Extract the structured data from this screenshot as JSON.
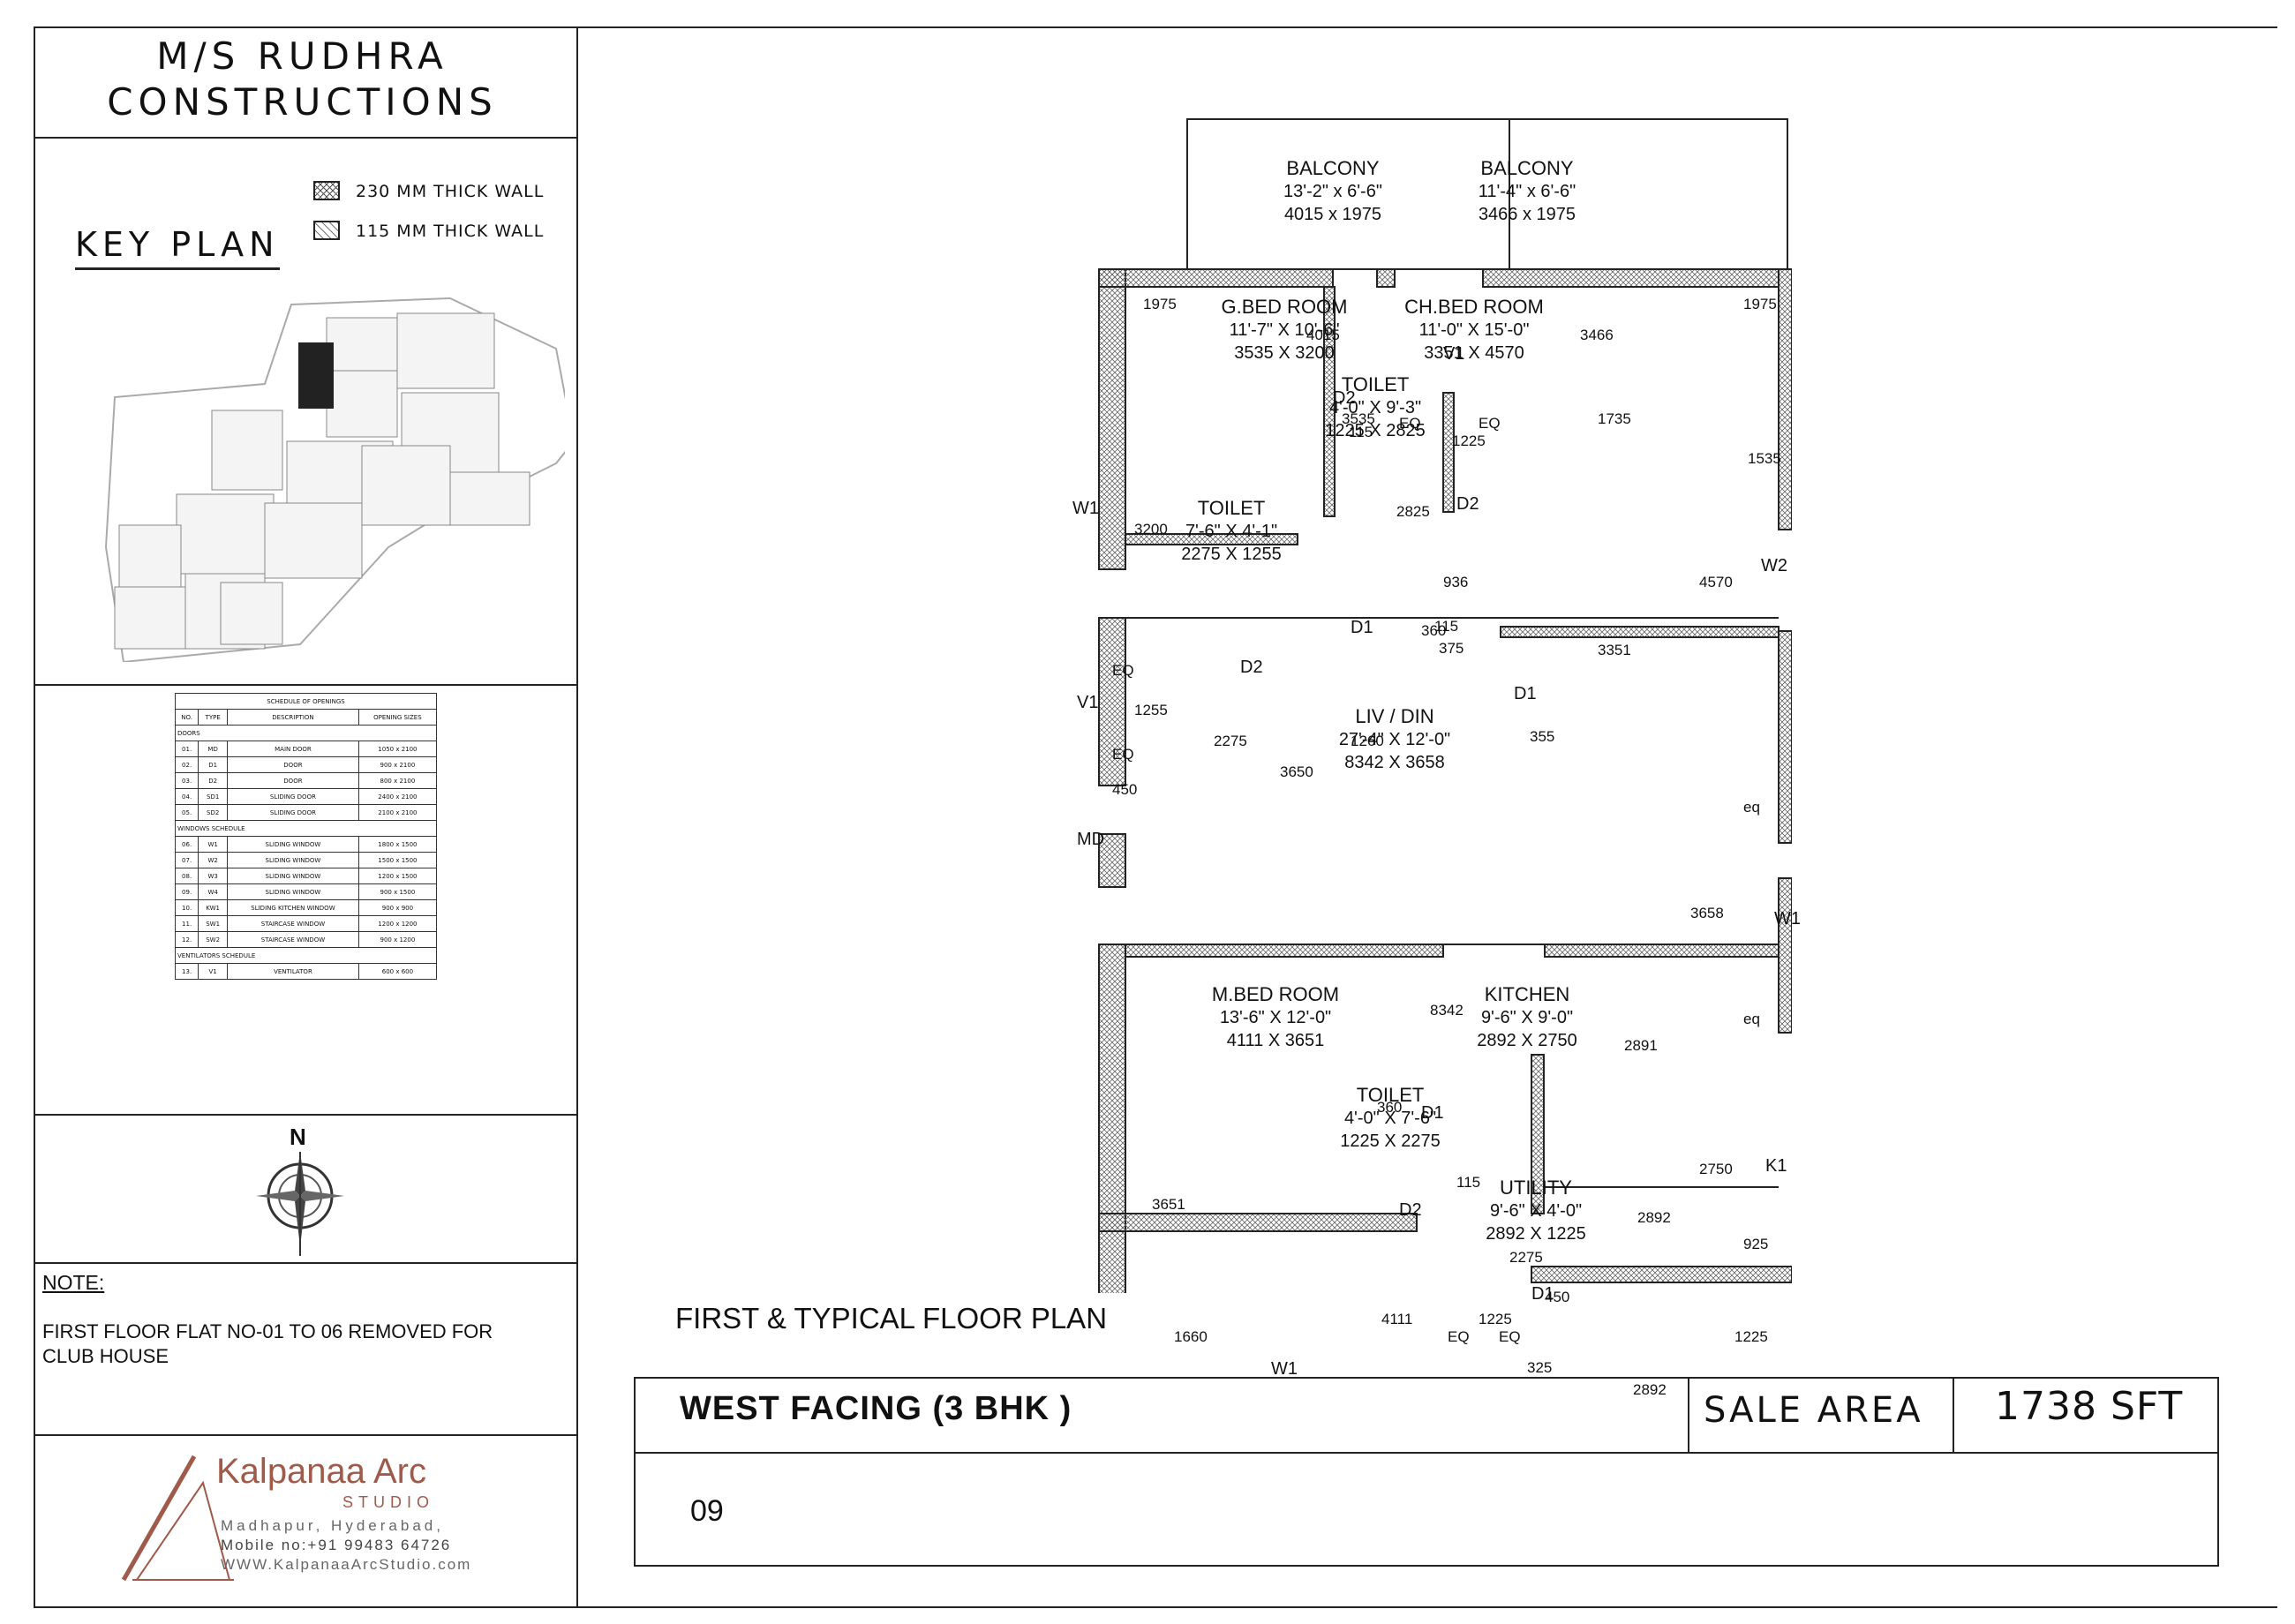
{
  "company": {
    "line1": "M/S RUDHRA",
    "line2": "CONSTRUCTIONS"
  },
  "key_plan": {
    "title": "KEY PLAN"
  },
  "legend": [
    {
      "label": "230 MM THICK WALL",
      "pattern": "cross-hatch"
    },
    {
      "label": "115 MM THICK WALL",
      "pattern": "diagonal-hatch"
    }
  ],
  "schedule": {
    "title": "SCHEDULE OF OPENINGS",
    "headers": [
      "NO.",
      "TYPE",
      "DESCRIPTION",
      "OPENING SIZES"
    ],
    "sections": [
      {
        "name": "DOORS",
        "rows": [
          [
            "01.",
            "MD",
            "MAIN DOOR",
            "1050 x 2100"
          ],
          [
            "02.",
            "D1",
            "DOOR",
            "900 x 2100"
          ],
          [
            "03.",
            "D2",
            "DOOR",
            "800 x 2100"
          ],
          [
            "04.",
            "SD1",
            "SLIDING DOOR",
            "2400 x 2100"
          ],
          [
            "05.",
            "SD2",
            "SLIDING DOOR",
            "2100 x 2100"
          ]
        ]
      },
      {
        "name": "WINDOWS SCHEDULE",
        "rows": [
          [
            "06.",
            "W1",
            "SLIDING WINDOW",
            "1800 x 1500"
          ],
          [
            "07.",
            "W2",
            "SLIDING WINDOW",
            "1500 x 1500"
          ],
          [
            "08.",
            "W3",
            "SLIDING WINDOW",
            "1200 x 1500"
          ],
          [
            "09.",
            "W4",
            "SLIDING WINDOW",
            "900 x 1500"
          ],
          [
            "10.",
            "KW1",
            "SLIDING KITCHEN WINDOW",
            "900 x 900"
          ],
          [
            "11.",
            "SW1",
            "STAIRCASE WINDOW",
            "1200 x 1200"
          ],
          [
            "12.",
            "SW2",
            "STAIRCASE WINDOW",
            "900 x 1200"
          ]
        ]
      },
      {
        "name": "VENTILATORS SCHEDULE",
        "rows": [
          [
            "13.",
            "V1",
            "VENTILATOR",
            "600 x 600"
          ]
        ]
      }
    ]
  },
  "compass": {
    "label": "N"
  },
  "note": {
    "heading": "NOTE:",
    "text": "FIRST FLOOR  FLAT NO-01 TO 06 REMOVED FOR CLUB HOUSE"
  },
  "studio": {
    "name": "Kalpanaa Arc",
    "subtitle": "STUDIO",
    "address": "Madhapur, Hyderabad,",
    "mobile": "Mobile no:+91 99483 64726",
    "website": "WWW.KalpanaaArcStudio.com",
    "color": "#a05a4a"
  },
  "plan": {
    "title": "FIRST & TYPICAL FLOOR PLAN",
    "rooms": [
      {
        "name": "BALCONY",
        "imperial": "13'-2\" x 6'-6\"",
        "metric": "4015 x 1975"
      },
      {
        "name": "BALCONY",
        "imperial": "11'-4\" x 6'-6\"",
        "metric": "3466 x 1975"
      },
      {
        "name": "G.BED ROOM",
        "imperial": "11'-7\" X 10'-6\"",
        "metric": "3535 X 3200"
      },
      {
        "name": "CH.BED ROOM",
        "imperial": "11'-0\" X 15'-0\"",
        "metric": "3351 X 4570"
      },
      {
        "name": "TOILET",
        "imperial": "4'-0\" X 9'-3\"",
        "metric": "1225 X 2825"
      },
      {
        "name": "TOILET",
        "imperial": "7'-6\" X 4'-1\"",
        "metric": "2275 X 1255"
      },
      {
        "name": "LIV / DIN",
        "imperial": "27'-4\" X 12'-0\"",
        "metric": "8342 X 3658"
      },
      {
        "name": "M.BED ROOM",
        "imperial": "13'-6\" X 12'-0\"",
        "metric": "4111 X 3651"
      },
      {
        "name": "KITCHEN",
        "imperial": "9'-6\" X 9'-0\"",
        "metric": "2892 X 2750"
      },
      {
        "name": "TOILET",
        "imperial": "4'-0\" X 7'-6\"",
        "metric": "1225 X 2275"
      },
      {
        "name": "UTILITY",
        "imperial": "9'-6\" X 4'-0\"",
        "metric": "2892 X 1225"
      }
    ],
    "dims": [
      "1975",
      "4015",
      "3466",
      "1975",
      "3535",
      "115",
      "1225",
      "1735",
      "1535",
      "2825",
      "3200",
      "936",
      "4570",
      "360",
      "115",
      "375",
      "3351",
      "1255",
      "2275",
      "1260",
      "355",
      "3650",
      "450",
      "3658",
      "8342",
      "2891",
      "360",
      "3651",
      "2750",
      "115",
      "2892",
      "2275",
      "925",
      "450",
      "4111",
      "1225",
      "1660",
      "1225",
      "325",
      "2892",
      "eq",
      "eq",
      "EQ",
      "EQ",
      "EQ",
      "EQ",
      "EQ",
      "EQ"
    ],
    "openings": [
      "V1",
      "D2",
      "W1",
      "D2",
      "W2",
      "D1",
      "D2",
      "V1",
      "D1",
      "MD",
      "W1",
      "D1",
      "K1",
      "D2",
      "D1",
      "W1"
    ]
  },
  "title_block": {
    "facing": "WEST FACING  (3 BHK )",
    "sale_area_label": "SALE AREA",
    "sale_area_value": "1738 SFT",
    "flat_no": "09"
  }
}
